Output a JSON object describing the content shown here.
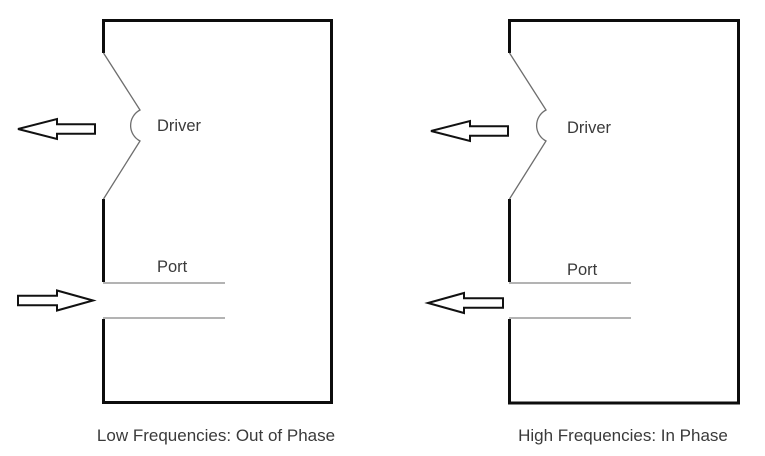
{
  "figure": {
    "type": "speaker-enclosure-phase-diagram",
    "colors": {
      "background": "#ffffff",
      "wall_line": "#0d0d0d",
      "thin_line": "#9a9a9a",
      "text": "#3a3a3a"
    },
    "diagrams": [
      {
        "caption": "Low Frequencies: Out of Phase",
        "driver_label": "Driver",
        "port_label": "Port",
        "driver_arrow_direction": "left",
        "port_arrow_direction": "right"
      },
      {
        "caption": "High Frequencies: In Phase",
        "driver_label": "Driver",
        "port_label": "Port",
        "driver_arrow_direction": "left",
        "port_arrow_direction": "left"
      }
    ]
  }
}
